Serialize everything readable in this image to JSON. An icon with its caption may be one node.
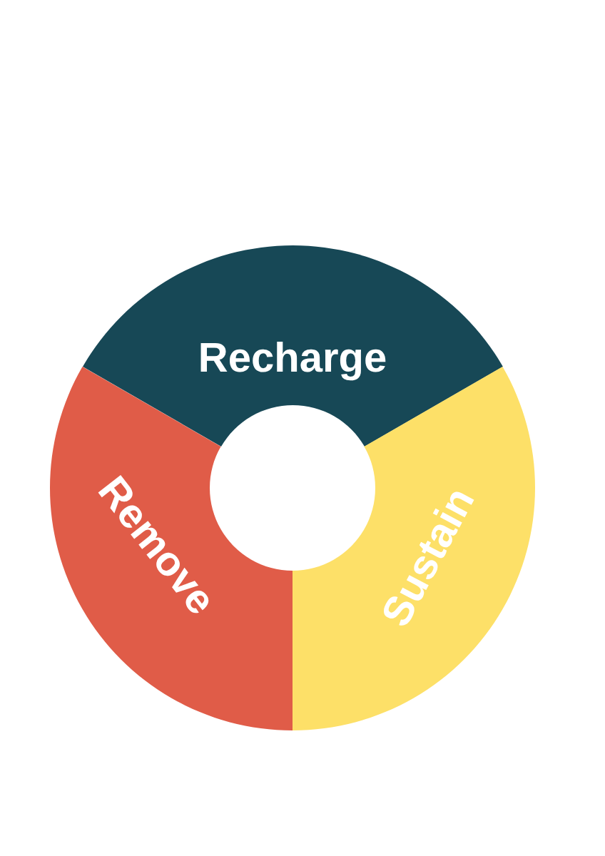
{
  "diagram": {
    "nodes": [
      {
        "text": [
          "Recharge"
        ]
      },
      {
        "text": [
          "Sustain"
        ]
      },
      {
        "text": [
          "Remove"
        ]
      }
    ]
  }
}
